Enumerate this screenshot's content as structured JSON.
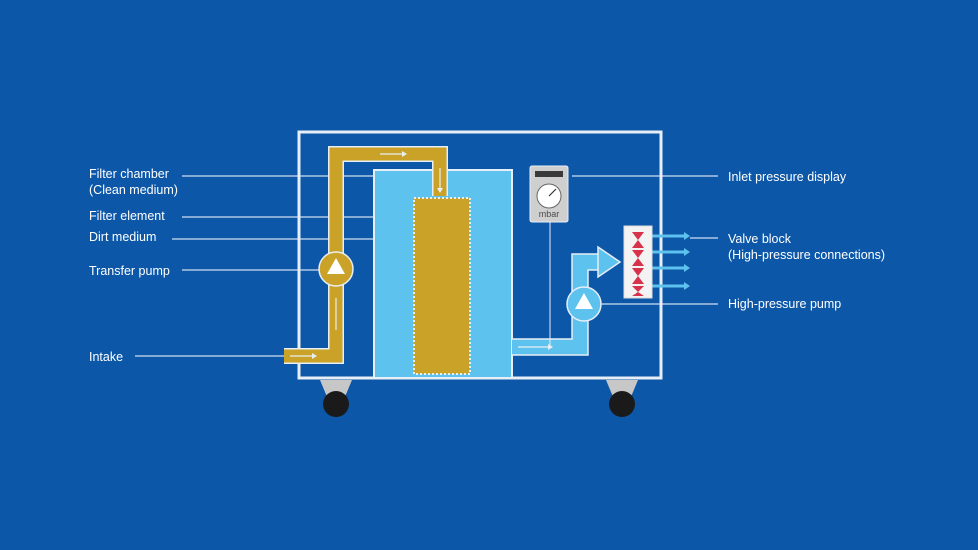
{
  "labels": {
    "filter_chamber": {
      "line1": "Filter chamber",
      "line2": "(Clean medium)"
    },
    "filter_element": "Filter element",
    "dirt_medium": "Dirt medium",
    "transfer_pump": "Transfer pump",
    "intake": "Intake",
    "inlet_pressure_display": "Inlet pressure display",
    "valve_block": {
      "line1": "Valve block",
      "line2": "(High-pressure connections)"
    },
    "high_pressure_pump": "High-pressure pump"
  },
  "gauge": {
    "unit": "mbar"
  },
  "colors": {
    "background": "#0d57a8",
    "frame": "#e8eef6",
    "clean_medium": "#5ec2ee",
    "dirt_medium": "#c9a227",
    "valve_block": "#f3f3f3",
    "valve": "#d8324a",
    "leg": "#c7c7c7",
    "wheel": "#1a1a1a"
  },
  "icons": [
    "transfer-pump-icon",
    "high-pressure-pump-icon",
    "pressure-gauge-icon",
    "valve-icon",
    "wheel-icon",
    "flow-arrow-icon"
  ]
}
